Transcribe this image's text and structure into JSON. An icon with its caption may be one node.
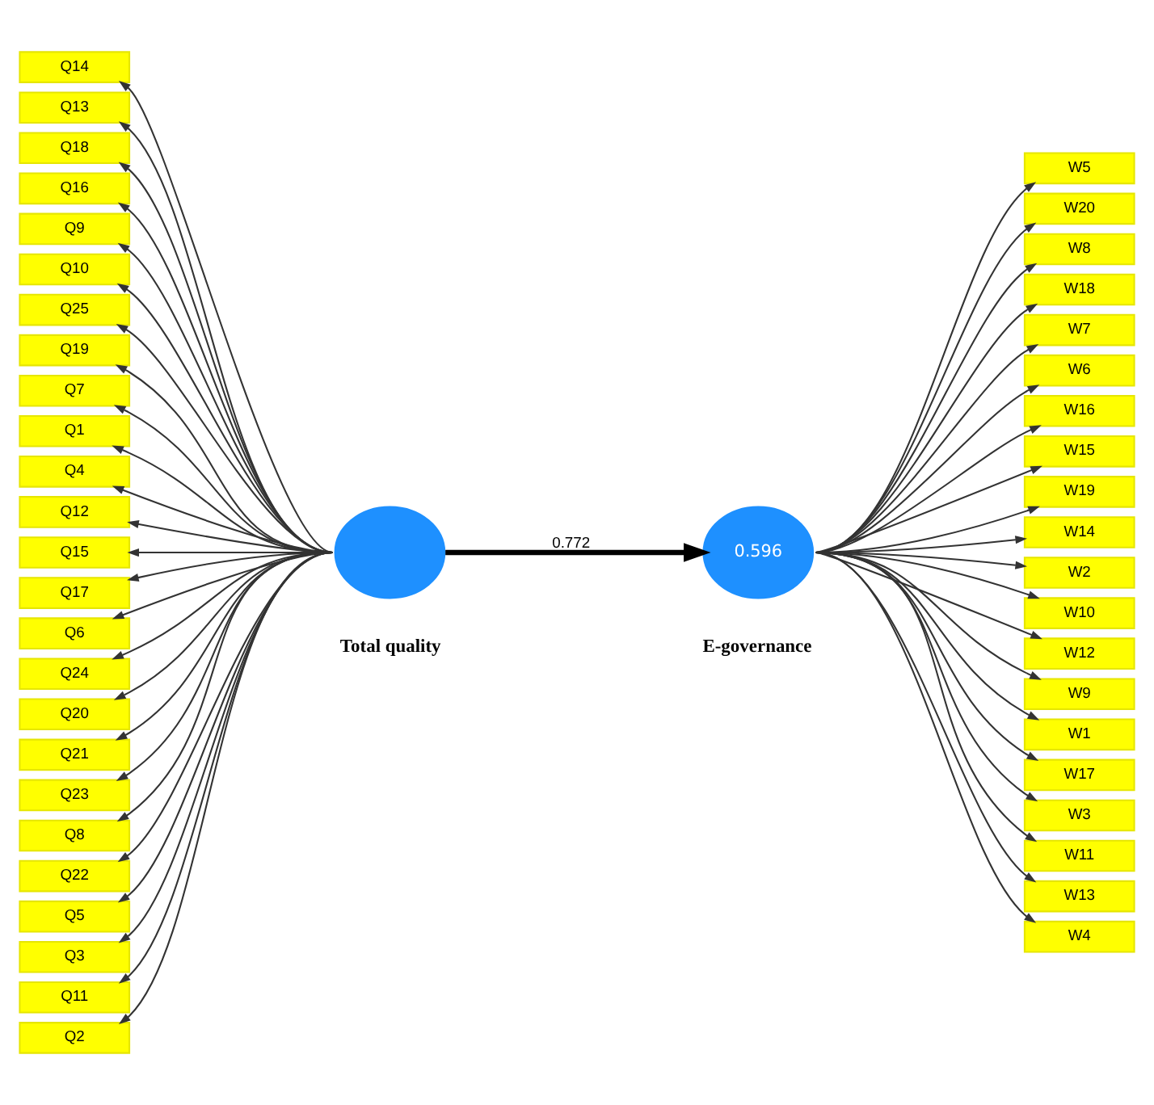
{
  "diagram": {
    "nodes": [
      {
        "text": [],
        "shape": "circle",
        "beside": [
          "Total quality"
        ]
      },
      {
        "text": [
          "0.596"
        ],
        "beside": [
          "E-governance"
        ]
      },
      {
        "text": [
          "Q14"
        ]
      },
      {
        "text": [
          "Q13"
        ]
      },
      {
        "text": [
          "Q18"
        ]
      },
      {
        "text": [
          "Q16"
        ]
      },
      {
        "text": [
          "Q9"
        ]
      },
      {
        "text": [
          "Q10"
        ]
      },
      {
        "text": [
          "Q25"
        ]
      },
      {
        "text": [
          "Q19"
        ]
      },
      {
        "text": [
          "Q7"
        ]
      },
      {
        "text": [
          "Q1"
        ]
      },
      {
        "text": [
          "Q4"
        ]
      },
      {
        "text": [
          "Q12"
        ]
      },
      {
        "text": [
          "Q15"
        ]
      },
      {
        "text": [
          "Q17"
        ]
      },
      {
        "text": [
          "Q6"
        ]
      },
      {
        "text": [
          "Q24"
        ]
      },
      {
        "text": [
          "Q20"
        ]
      },
      {
        "text": [
          "Q21"
        ]
      },
      {
        "text": [
          "Q23"
        ]
      },
      {
        "text": [
          "Q8"
        ]
      },
      {
        "text": [
          "Q22"
        ]
      },
      {
        "text": [
          "Q5"
        ]
      },
      {
        "text": [
          "Q3"
        ]
      },
      {
        "text": [
          "Q11"
        ]
      },
      {
        "text": [
          "Q2"
        ]
      },
      {
        "text": [
          "W5"
        ]
      },
      {
        "text": [
          "W20"
        ]
      },
      {
        "text": [
          "W8"
        ]
      },
      {
        "text": [
          "W18"
        ]
      },
      {
        "text": [
          "W7"
        ]
      },
      {
        "text": [
          "W6"
        ]
      },
      {
        "text": [
          "W16"
        ]
      },
      {
        "text": [
          "W15"
        ]
      },
      {
        "text": [
          "W19"
        ]
      },
      {
        "text": [
          "W14"
        ]
      },
      {
        "text": [
          "W2"
        ]
      },
      {
        "text": [
          "W10"
        ]
      },
      {
        "text": [
          "W12"
        ]
      },
      {
        "text": [
          "W9"
        ]
      },
      {
        "text": [
          "W1"
        ]
      },
      {
        "text": [
          "W17"
        ]
      },
      {
        "text": [
          "W3"
        ]
      },
      {
        "text": [
          "W11"
        ]
      },
      {
        "text": [
          "W13"
        ]
      },
      {
        "text": [
          "W4"
        ]
      }
    ],
    "edges": [
      {
        "from": 0,
        "to": 1,
        "arrow": "to",
        "label": "0.772",
        "style": "thick"
      },
      {
        "from": 0,
        "to": 2,
        "arrow": "to"
      },
      {
        "from": 0,
        "to": 3,
        "arrow": "to"
      },
      {
        "from": 0,
        "to": 4,
        "arrow": "to"
      },
      {
        "from": 0,
        "to": 5,
        "arrow": "to"
      },
      {
        "from": 0,
        "to": 6,
        "arrow": "to"
      },
      {
        "from": 0,
        "to": 7,
        "arrow": "to"
      },
      {
        "from": 0,
        "to": 8,
        "arrow": "to"
      },
      {
        "from": 0,
        "to": 9,
        "arrow": "to"
      },
      {
        "from": 0,
        "to": 10,
        "arrow": "to"
      },
      {
        "from": 0,
        "to": 11,
        "arrow": "to"
      },
      {
        "from": 0,
        "to": 12,
        "arrow": "to"
      },
      {
        "from": 0,
        "to": 13,
        "arrow": "to"
      },
      {
        "from": 0,
        "to": 14,
        "arrow": "to"
      },
      {
        "from": 0,
        "to": 15,
        "arrow": "to"
      },
      {
        "from": 0,
        "to": 16,
        "arrow": "to"
      },
      {
        "from": 0,
        "to": 17,
        "arrow": "to"
      },
      {
        "from": 0,
        "to": 18,
        "arrow": "to"
      },
      {
        "from": 0,
        "to": 19,
        "arrow": "to"
      },
      {
        "from": 0,
        "to": 20,
        "arrow": "to"
      },
      {
        "from": 0,
        "to": 21,
        "arrow": "to"
      },
      {
        "from": 0,
        "to": 22,
        "arrow": "to"
      },
      {
        "from": 0,
        "to": 23,
        "arrow": "to"
      },
      {
        "from": 0,
        "to": 24,
        "arrow": "to"
      },
      {
        "from": 0,
        "to": 25,
        "arrow": "to"
      },
      {
        "from": 0,
        "to": 26,
        "arrow": "to"
      },
      {
        "from": 1,
        "to": 27,
        "arrow": "to"
      },
      {
        "from": 1,
        "to": 28,
        "arrow": "to"
      },
      {
        "from": 1,
        "to": 29,
        "arrow": "to"
      },
      {
        "from": 1,
        "to": 30,
        "arrow": "to"
      },
      {
        "from": 1,
        "to": 31,
        "arrow": "to"
      },
      {
        "from": 1,
        "to": 32,
        "arrow": "to"
      },
      {
        "from": 1,
        "to": 33,
        "arrow": "to"
      },
      {
        "from": 1,
        "to": 34,
        "arrow": "to"
      },
      {
        "from": 1,
        "to": 35,
        "arrow": "to"
      },
      {
        "from": 1,
        "to": 36,
        "arrow": "to"
      },
      {
        "from": 1,
        "to": 37,
        "arrow": "to"
      },
      {
        "from": 1,
        "to": 38,
        "arrow": "to"
      },
      {
        "from": 1,
        "to": 39,
        "arrow": "to"
      },
      {
        "from": 1,
        "to": 40,
        "arrow": "to"
      },
      {
        "from": 1,
        "to": 41,
        "arrow": "to"
      },
      {
        "from": 1,
        "to": 42,
        "arrow": "to"
      },
      {
        "from": 1,
        "to": 43,
        "arrow": "to"
      },
      {
        "from": 1,
        "to": 44,
        "arrow": "to"
      },
      {
        "from": 1,
        "to": 45,
        "arrow": "to"
      },
      {
        "from": 1,
        "to": 46,
        "arrow": "to"
      }
    ]
  }
}
